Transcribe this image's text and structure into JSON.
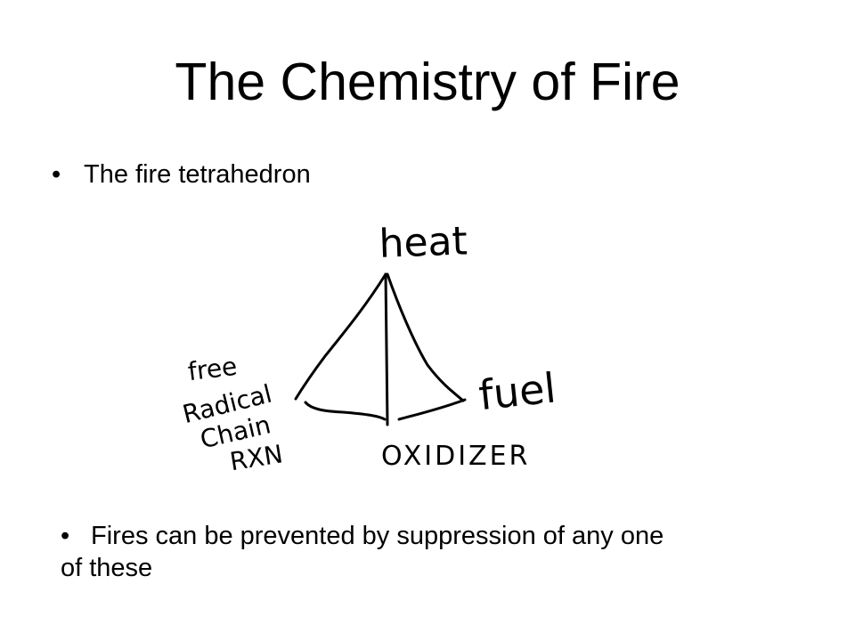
{
  "slide": {
    "title": "The Chemistry of Fire"
  },
  "bullets": [
    {
      "bullet": "•",
      "text": "The fire tetrahedron"
    },
    {
      "bullet": "•",
      "text": "Fires can be prevented by suppression of any one of these"
    }
  ],
  "diagram": {
    "labels": {
      "heat": "heat",
      "fuel": "fuel",
      "oxidizer": "OXIDIZER",
      "free_radical": [
        "free",
        "Radical",
        "Chain",
        "RXN"
      ]
    }
  }
}
